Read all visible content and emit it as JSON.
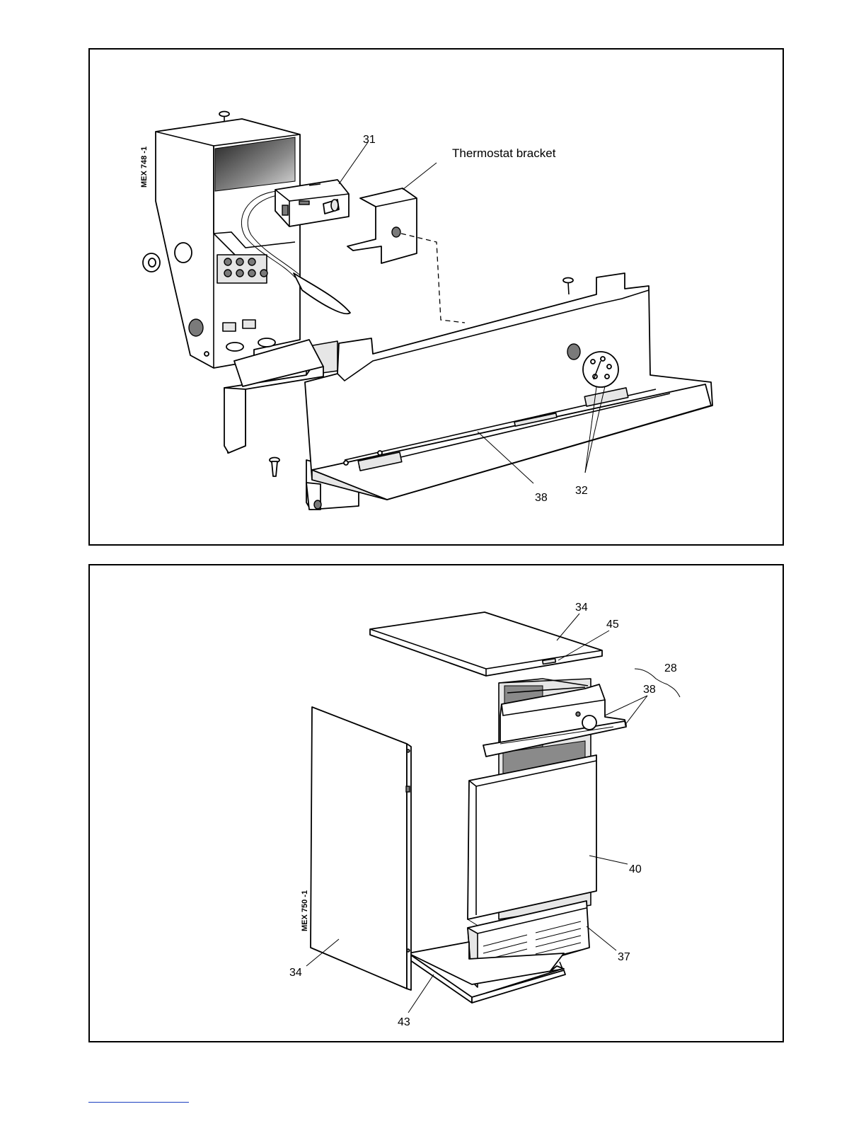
{
  "top_figure": {
    "code": "MEX 748 -1",
    "labels": {
      "part_31": "31",
      "thermostat_bracket": "Thermostat bracket",
      "part_38": "38",
      "part_32": "32"
    }
  },
  "bottom_figure": {
    "code": "MEX 750 -1",
    "labels": {
      "part_34_top": "34",
      "part_45": "45",
      "part_28": "28",
      "part_38": "38",
      "part_40": "40",
      "part_37": "37",
      "part_34_side": "34",
      "part_43": "43"
    }
  },
  "colors": {
    "line": "#000000",
    "panel_fill": "#e6e6e6",
    "dark_fill": "#7a7a7a",
    "footer_rule": "#1a3fbf"
  }
}
